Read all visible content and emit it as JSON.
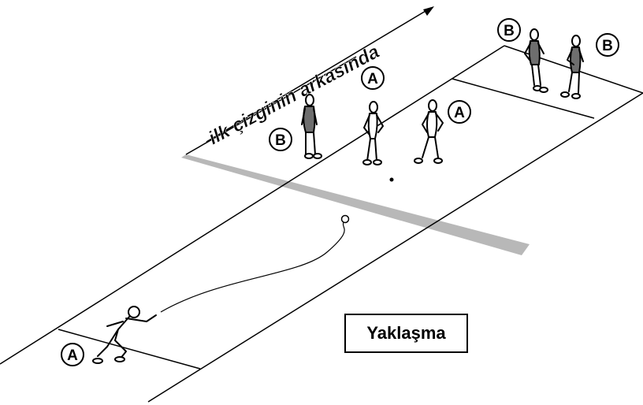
{
  "direction_label": "ilk çizginin arkasında",
  "caption": "Yaklaşma",
  "team_a_badge": "A",
  "team_b_badge": "B",
  "colors": {
    "line": "#000000",
    "throw_line_band": "#b8b8b8",
    "team_b_body": "#6e6e6e",
    "background": "#ffffff"
  }
}
